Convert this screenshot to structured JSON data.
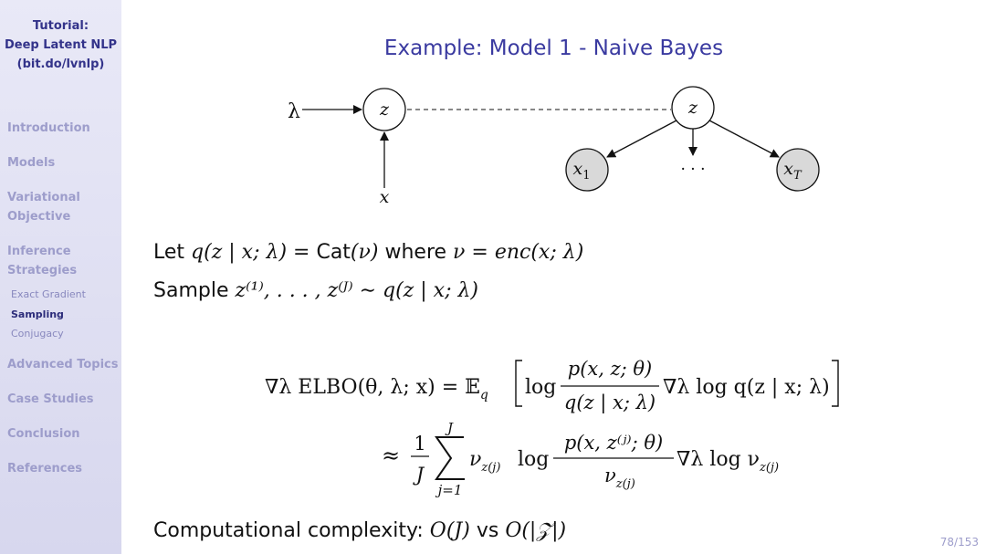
{
  "sidebar": {
    "title_lines": [
      "Tutorial:",
      "Deep Latent NLP",
      "(bit.do/lvnlp)"
    ],
    "sections": [
      {
        "label": "Introduction"
      },
      {
        "label": "Models"
      },
      {
        "label": "Variational",
        "label2": "Objective"
      },
      {
        "label": "Inference",
        "label2": "Strategies"
      },
      {
        "label": "Advanced Topics"
      },
      {
        "label": "Case Studies"
      },
      {
        "label": "Conclusion"
      },
      {
        "label": "References"
      }
    ],
    "subsections": [
      {
        "label": "Exact Gradient",
        "active": false
      },
      {
        "label": "Sampling",
        "active": true
      },
      {
        "label": "Conjugacy",
        "active": false
      }
    ]
  },
  "slide": {
    "title": "Example: Model 1 - Naive Bayes",
    "diagram": {
      "lambda": "λ",
      "z_left": "z",
      "x_bottom": "x",
      "z_right": "z",
      "x1": "x",
      "x1_sub": "1",
      "dots": "· · ·",
      "xT": "x",
      "xT_sub": "T"
    },
    "line1": {
      "let": "Let",
      "q_def": "q(z | x; λ) = ",
      "cat": "Cat",
      "cat_arg": "(ν)",
      "where": "where",
      "nu_def": "ν = enc(x; λ)"
    },
    "line2": {
      "sample": "Sample",
      "expr": "z⁽¹⁾, . . . , z⁽ᴶ⁾ ∼ q(z | x; λ)"
    },
    "eq1": {
      "lhs": "∇λ ELBO(θ, λ; x) = 𝔼",
      "lhs_sub": "q",
      "log": "log",
      "num": "p(x, z; θ)",
      "den": "q(z | x; λ)",
      "tail": "∇λ log q(z | x; λ)"
    },
    "eq2": {
      "approx": "≈",
      "frac_num": "1",
      "frac_den": "J",
      "sum_top": "J",
      "sum_bot": "j=1",
      "nu": "ν",
      "nu_sub": "z(j)",
      "log": "log",
      "num": "p(x, z⁽ʲ⁾; θ)",
      "den": "ν",
      "den_sub": "z(j)",
      "tail": "∇λ log ν",
      "tail_sub": "z(j)"
    },
    "line3": {
      "label": "Computational complexity:",
      "expr1": "O(J)",
      "vs": "vs",
      "expr2": "O(|𝒵|)"
    },
    "page_number": "78/153"
  }
}
